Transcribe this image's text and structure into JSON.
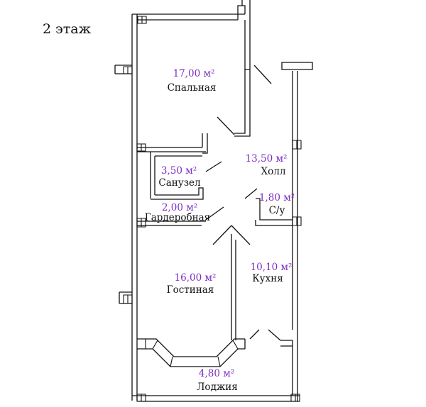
{
  "floor_label": "2 этаж",
  "rooms": [
    {
      "id": "bedroom",
      "area": "17,00 м²",
      "name": "Спальная"
    },
    {
      "id": "hall",
      "area": "13,50 м²",
      "name": "Холл"
    },
    {
      "id": "bathroom",
      "area": "3,50 м²",
      "name": "Санузел"
    },
    {
      "id": "wardrobe",
      "area": "2,00 м²",
      "name": "Гардеробная"
    },
    {
      "id": "wc",
      "area": "1,80 м²",
      "name": "С/у"
    },
    {
      "id": "living",
      "area": "16,00 м²",
      "name": "Гостиная"
    },
    {
      "id": "kitchen",
      "area": "10,10 м²",
      "name": "Кухня"
    },
    {
      "id": "loggia",
      "area": "4,80 м²",
      "name": "Лоджия"
    }
  ]
}
